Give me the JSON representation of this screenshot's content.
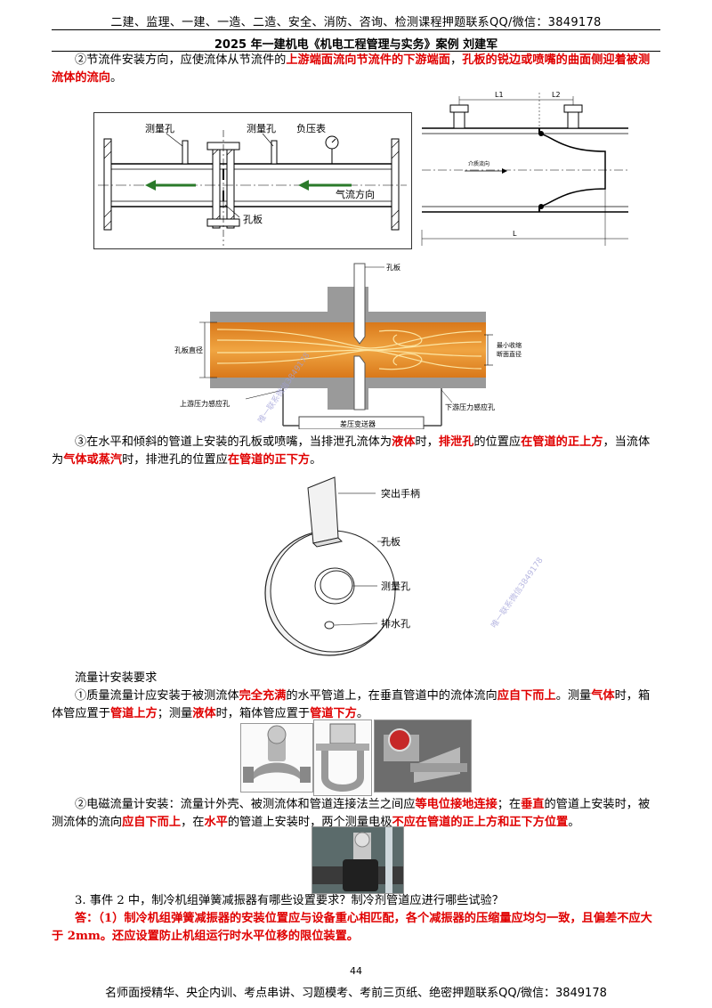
{
  "header": {
    "line1": "二建、监理、一建、一造、二造、安全、消防、咨询、检测课程押题联系QQ/微信：3849178",
    "line2": "2025 年一建机电《机电工程管理与实务》案例 刘建军"
  },
  "para1": {
    "t1": "②节流件安装方向，应使流体从节流件的",
    "r1": "上游端面流向节流件的下游端面",
    "t2": "，",
    "r2": "孔板的锐边或喷嘴的曲面侧迎着被测流体的流向",
    "t3": "。"
  },
  "fig1": {
    "label_hole1": "测量孔",
    "label_hole2": "测量孔",
    "label_gauge": "负压表",
    "label_flow": "气流方向",
    "label_plate": "孔板"
  },
  "fig2": {
    "label_l1": "L1",
    "label_l2": "L2",
    "label_l": "L",
    "label_medium": "介质流向"
  },
  "fig3": {
    "label_plate": "孔板",
    "label_diam": "孔板直径",
    "label_min1": "最小收缩",
    "label_min2": "断面直径",
    "label_up": "上游压力感应孔",
    "label_down": "下游压力感应孔",
    "label_transmitter": "差压变送器"
  },
  "para2": {
    "t1": "③在水平和倾斜的管道上安装的孔板或喷嘴，当排泄孔流体为",
    "r1": "液体",
    "t2": "时，",
    "r2": "排泄孔",
    "t3": "的位置应",
    "r3": "在管道的正上方",
    "t4": "，当流体为",
    "r4": "气体或蒸汽",
    "t5": "时，排泄孔的位置应",
    "r5": "在管道的正下方",
    "t6": "。"
  },
  "fig4": {
    "label_handle": "突出手柄",
    "label_plate": "孔板",
    "label_hole": "测量孔",
    "label_drain": "排水孔"
  },
  "section_title": "流量计安装要求",
  "para3": {
    "t1": "①质量流量计应安装于被测流体",
    "r1": "完全充满",
    "t2": "的水平管道上，在垂直管道中的流体流向",
    "r2": "应自下而上",
    "t3": "。测量",
    "r3": "气体",
    "t4": "时，箱体管应置于",
    "r4": "管道上方",
    "t5": "；测量",
    "r5": "液体",
    "t6": "时，箱体管应置于",
    "r6": "管道下方",
    "t7": "。"
  },
  "para4": {
    "t1": "②电磁流量计安装：流量计外壳、被测流体和管道连接法兰之间应",
    "r1": "等电位接地连接",
    "t2": "；在",
    "r2": "垂直",
    "t3": "的管道上安装时，被测流体的流向",
    "r3": "应自下而上",
    "t4": "，在",
    "r4": "水平",
    "t5": "的管道上安装时，两个测量电极",
    "r5": "不应在管道的正上方和正下方位置",
    "t6": "。"
  },
  "question": "3. 事件 2 中，制冷机组弹簧减振器有哪些设置要求？制冷剂管道应进行哪些试验？",
  "answer": "答：（1）制冷机组弹簧减振器的安装位置应与设备重心相匹配，各个减振器的压缩量应均匀一致，且偏差不应大于 2mm。还应设置防止机组运行时水平位移的限位装置。",
  "watermarks": {
    "w1": "唯一联系微信3849178",
    "w2": "唯一联系微信3849178"
  },
  "page_number": "44",
  "footer": "名师面授精华、央企内训、考点串讲、习题模考、考前三页纸、绝密押题联系QQ/微信：3849178",
  "colors": {
    "red": "#e00000",
    "orange": "#e08a1e",
    "pipe_gray": "#9a9a9a",
    "arrow_green": "#2a7a2a"
  }
}
